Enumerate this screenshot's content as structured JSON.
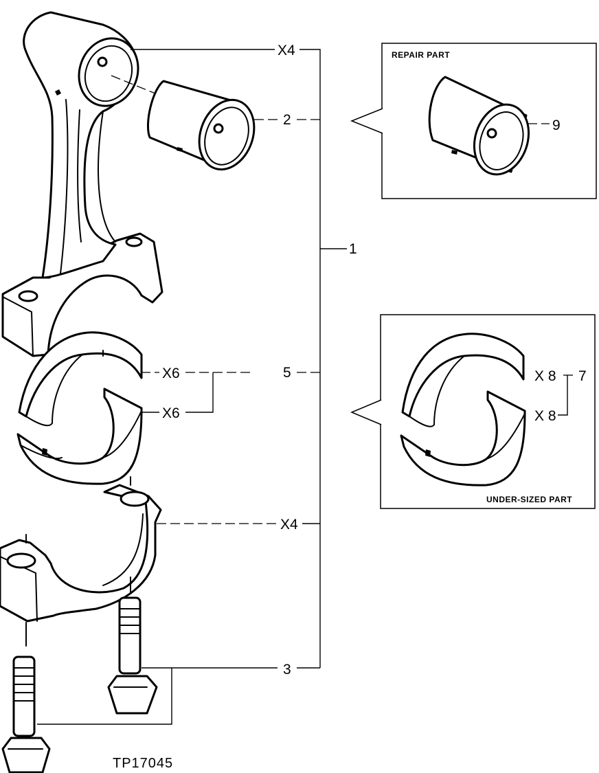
{
  "callouts": {
    "rod_qty": "X4",
    "bushing": "2",
    "assembly": "1",
    "bearing": "5",
    "bearing_upper_qty": "X6",
    "bearing_lower_qty": "X6",
    "cap_qty": "X4",
    "bolt": "3"
  },
  "repair_box": {
    "title": "REPAIR PART",
    "part_number": "9"
  },
  "undersize_box": {
    "title": "UNDER-SIZED PART",
    "part_number": "7",
    "upper_qty": "X 8",
    "lower_qty": "X 8"
  },
  "figure_id": "TP17045"
}
